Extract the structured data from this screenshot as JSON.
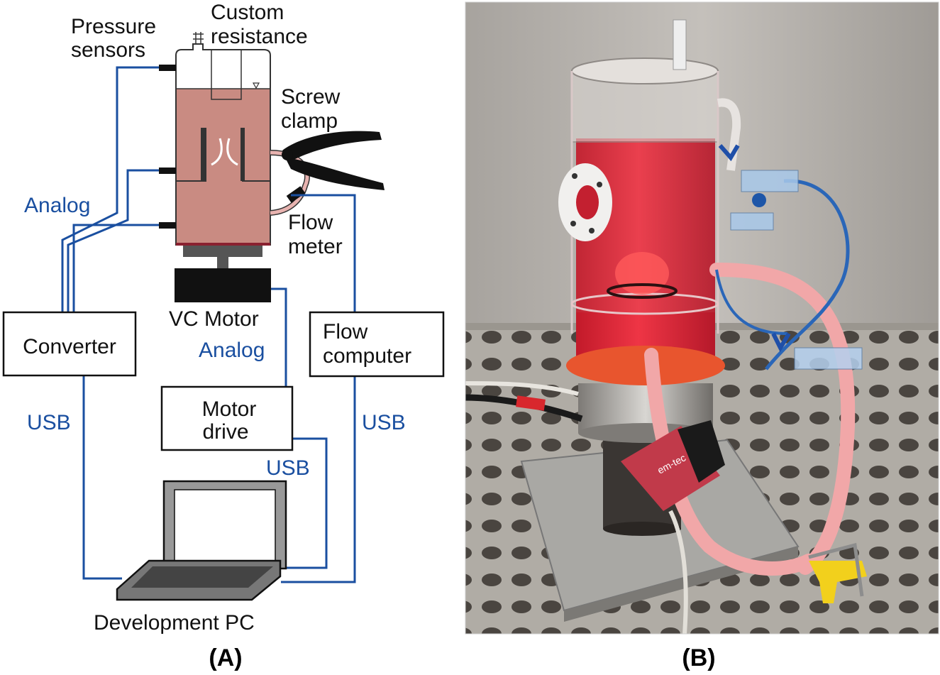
{
  "figure": {
    "panel_a": {
      "tag": "(A)",
      "labels": {
        "pressure_sensors_1": "Pressure",
        "pressure_sensors_2": "sensors",
        "custom_resistance_1": "Custom",
        "custom_resistance_2": "resistance",
        "screw_clamp_1": "Screw",
        "screw_clamp_2": "clamp",
        "flow_meter_1": "Flow",
        "flow_meter_2": "meter",
        "analog_left": "Analog",
        "vc_motor": "VC Motor",
        "analog_motor": "Analog",
        "converter": "Converter",
        "flow_computer_1": "Flow",
        "flow_computer_2": "computer",
        "motor_drive_1": "Motor",
        "motor_drive_2": "drive",
        "usb_left": "USB",
        "usb_right": "USB",
        "usb_motor": "USB",
        "development_pc": "Development PC"
      }
    },
    "panel_b": {
      "tag": "(B)",
      "sensor_label": "em-tec"
    }
  },
  "colors": {
    "fluid": "#c98b82",
    "wire_blue": "#1a4fa0",
    "photo_background": "#b9b5b1",
    "red_fluid": "#e0283a"
  }
}
